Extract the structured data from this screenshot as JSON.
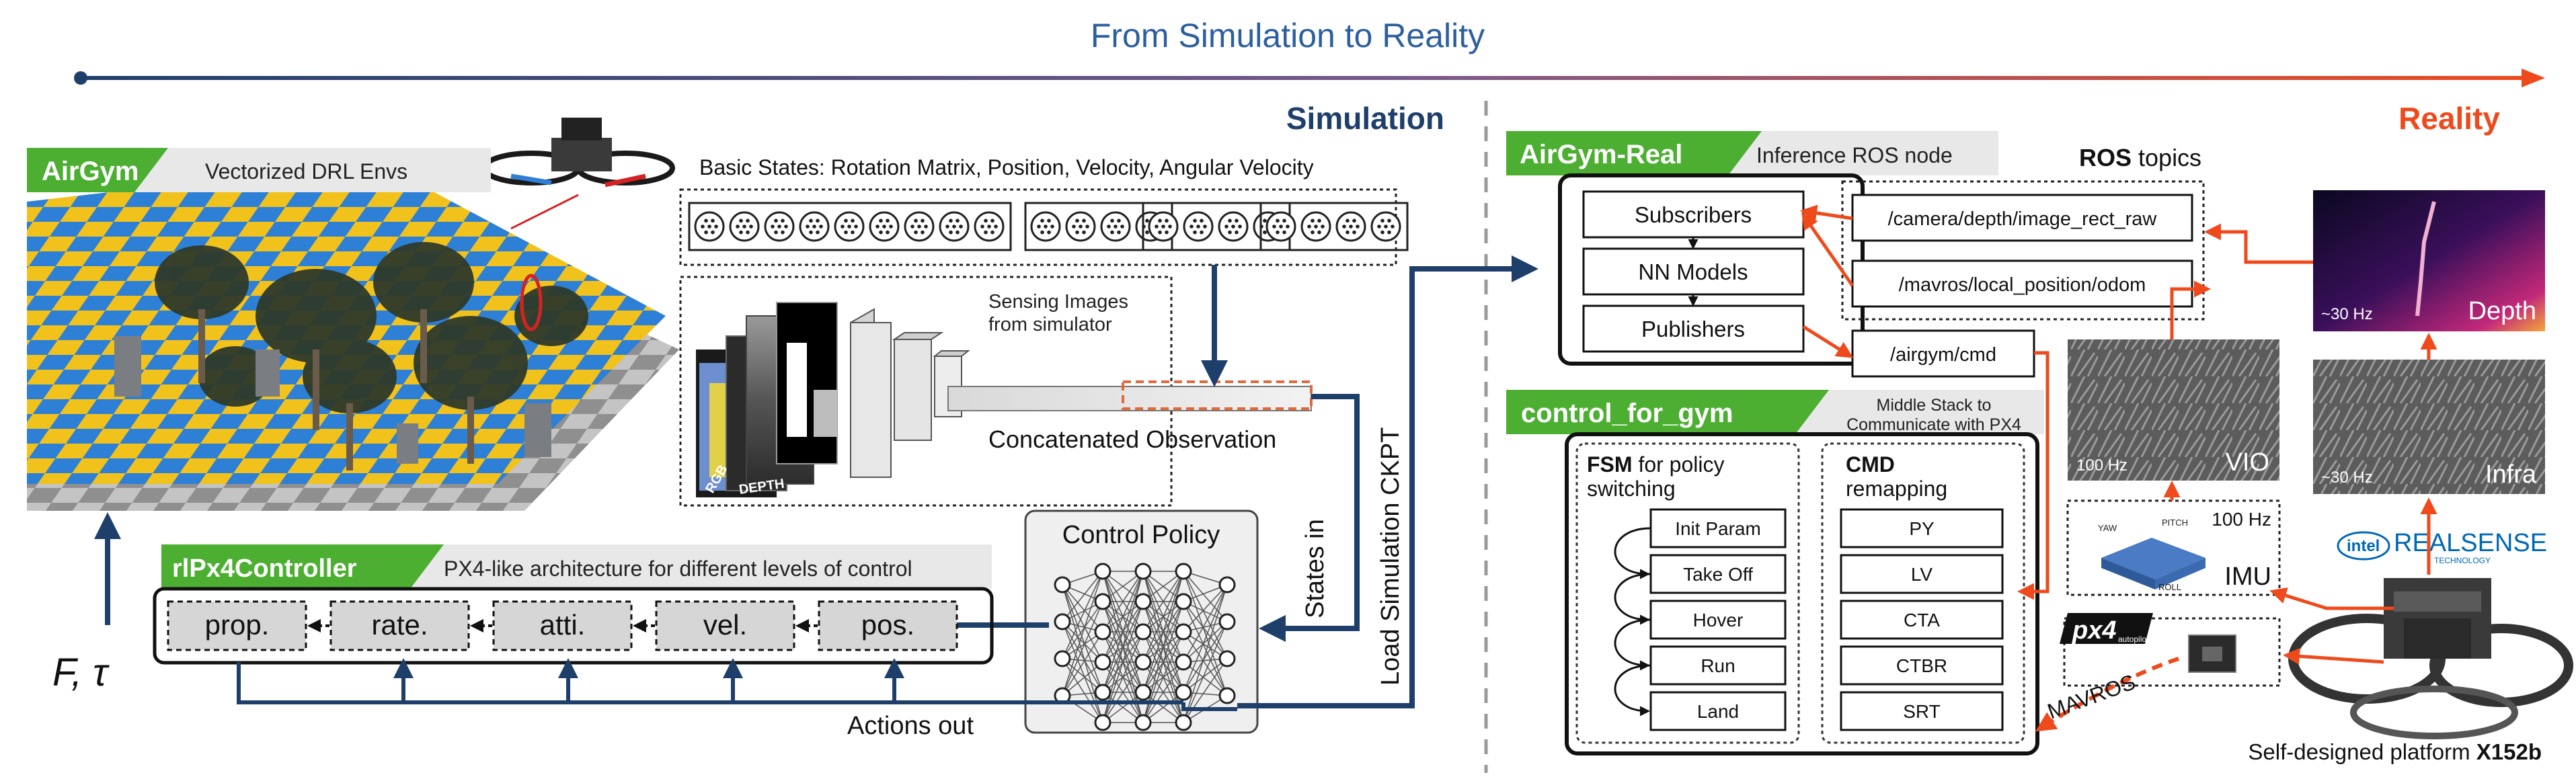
{
  "header": {
    "title": "From Simulation to Reality"
  },
  "simulation": {
    "section_label": "Simulation",
    "airgym": {
      "tag": "AirGym",
      "subtitle": "Vectorized DRL Envs"
    },
    "basic_states": "Basic States: Rotation Matrix, Position, Velocity, Angular Velocity",
    "sensing_label_1": "Sensing Images",
    "sensing_label_2": "from simulator",
    "rgb_label": "RGB",
    "depth_label": "DEPTH",
    "concatenated": "Concatenated Observation",
    "states_in": "States in",
    "load_ckpt": "Load Simulation CKPT",
    "control_policy": "Control Policy",
    "actions_out": "Actions out",
    "force_torque": "F, τ",
    "controller": {
      "tag": "rlPx4Controller",
      "subtitle": "PX4-like architecture for different levels of control",
      "stages": [
        "prop.",
        "rate.",
        "atti.",
        "vel.",
        "pos."
      ]
    }
  },
  "reality": {
    "section_label": "Reality",
    "airgym_real": {
      "tag": "AirGym-Real",
      "subtitle": "Inference ROS node"
    },
    "node_parts": [
      "Subscribers",
      "NN Models",
      "Publishers"
    ],
    "ros_topics_bold": "ROS",
    "ros_topics_rest": " topics",
    "topics": [
      "/camera/depth/image_rect_raw",
      "/mavros/local_position/odom",
      "/airgym/cmd"
    ],
    "control_for_gym": {
      "tag": "control_for_gym",
      "subtitle_1": "Middle Stack to",
      "subtitle_2": "Communicate with PX4",
      "fsm_bold": "FSM",
      "fsm_rest_1": " for policy",
      "fsm_rest_2": "switching",
      "fsm_states": [
        "Init Param",
        "Take Off",
        "Hover",
        "Run",
        "Land"
      ],
      "cmd_bold": "CMD",
      "cmd_rest": "remapping",
      "cmd_modes": [
        "PY",
        "LV",
        "CTA",
        "CTBR",
        "SRT"
      ]
    },
    "sensors": {
      "depth_label": "Depth",
      "depth_rate": "~30 Hz",
      "vio_label": "VIO",
      "vio_rate": "100 Hz",
      "infra_label": "Infra",
      "infra_rate": "~30 Hz",
      "imu_label": "IMU",
      "imu_rate": "100 Hz",
      "imu_axes": [
        "YAW",
        "PITCH",
        "ROLL"
      ]
    },
    "px4_logo_main": "px4",
    "px4_logo_sub": "autopilot",
    "mavros": "MAVROS",
    "realsense_intel": "intel",
    "realsense_name": "REALSENSE",
    "realsense_sub": "TECHNOLOGY",
    "platform_prefix": "Self-designed platform ",
    "platform_name": "X152b"
  },
  "colors": {
    "navy": "#1f3f6b",
    "orange": "#ee4a1c",
    "green": "#4caf32",
    "title_blue": "#2c5f9e"
  }
}
